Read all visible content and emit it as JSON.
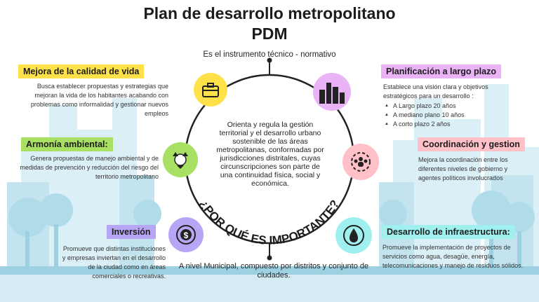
{
  "header": {
    "title_line1": "Plan de desarrollo metropolitano",
    "title_line2": "PDM",
    "subtitle": "Es el instrumento técnico - normativo"
  },
  "center": {
    "text": "Orienta y regula la gestión territorial y el desarrollo urbano sostenible de las áreas metropolitanas, conformadas por jurisdicciones distritales, cuyas circunscripciones son parte de una continuidad física, social y económica.",
    "arc_text": "¿POR QUÉ ES IMPORTANTE?"
  },
  "bottom": {
    "text": "A nivel Municipal, compuesto por distritos y conjunto de ciudades."
  },
  "left_items": [
    {
      "title": "Mejora de la calidad de vida",
      "color": "#ffe24a",
      "desc": "Busca establecer propuestas y estrategias que mejoran la vida de los habitantes acabando con  problemas como informalidad y gestionar nuevos empleos",
      "icon": "briefcase-icon"
    },
    {
      "title": "Armonía ambiental:",
      "color": "#a8e063",
      "desc": "Genera propuestas de manejo ambiental y de medidas de prevención y reducción del riesgo del territorio metropolitano",
      "icon": "recycle-globe-icon"
    },
    {
      "title": "Inversión",
      "color": "#b7a6f5",
      "desc": "Promueve que distintas instituciones y empresas inviertan en el desarrollo de la ciudad como en áreas comerciales o recreativas.",
      "icon": "dollar-cycle-icon"
    }
  ],
  "right_items": [
    {
      "title": "Planificación a largo plazo",
      "color": "#e9b3f5",
      "desc": "Establece una visión clara y objetivos estratégicos para un desarrollo :",
      "bullets": [
        "A Largo plazo 20 años",
        "A mediano plano 10 años",
        "A corto plazo 2 años"
      ],
      "icon": "city-skyline-icon"
    },
    {
      "title": "Coordinación y gestion",
      "color": "#ffc0c8",
      "desc": "Mejora la coordinación entre los diferentes niveles de gobierno y agentes políticos involucrados",
      "icon": "team-gear-icon"
    },
    {
      "title": "Desarrollo de infraestructura:",
      "color": "#9ff0ef",
      "desc": "Promueve la implementación de proyectos de servicios como agua, desagüe, energía, telecomunicaciones y manejo de residuos sólidos.",
      "icon": "water-energy-icon"
    }
  ]
}
